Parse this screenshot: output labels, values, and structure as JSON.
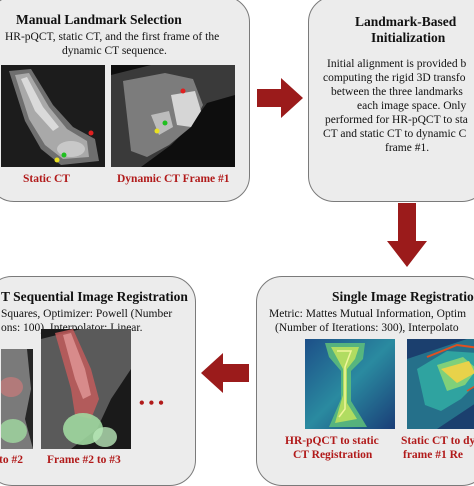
{
  "box1": {
    "title": "Manual Landmark Selection",
    "body": [
      "HR-pQCT, static CT, and the first frame of the",
      "dynamic CT sequence."
    ],
    "cap_left": "Static CT",
    "cap_right": "Dynamic CT Frame #1"
  },
  "box2": {
    "title": [
      "Landmark-Based",
      "Initialization"
    ],
    "body": [
      "Initial alignment is provided b",
      "computing the rigid 3D transfo",
      "between the three landmarks",
      "each image space. Only",
      "performed for HR-pQCT to sta",
      "CT and static CT to dynamic C",
      "frame #1."
    ]
  },
  "box3": {
    "title": "Single Image Registration",
    "body": [
      "Metric: Mattes Mutual Information, Optim",
      "(Number of Iterations: 300), Interpolato"
    ],
    "cap_left": [
      "HR-pQCT to static",
      "CT Registration"
    ],
    "cap_right": [
      "Static CT to dy",
      "frame #1 Re"
    ]
  },
  "box4": {
    "title": "T Sequential Image Registration",
    "body": [
      "Squares, Optimizer: Powell (Number",
      "ons: 100), Interpolator: Linear."
    ],
    "cap_left": "to #2",
    "cap_right": "Frame #2 to #3",
    "ellipsis": "• • •"
  },
  "colors": {
    "arrow": "#9b1b1b",
    "caption": "#b11a1a",
    "box_fill": "#ececec",
    "box_border": "#7a7a7a"
  }
}
